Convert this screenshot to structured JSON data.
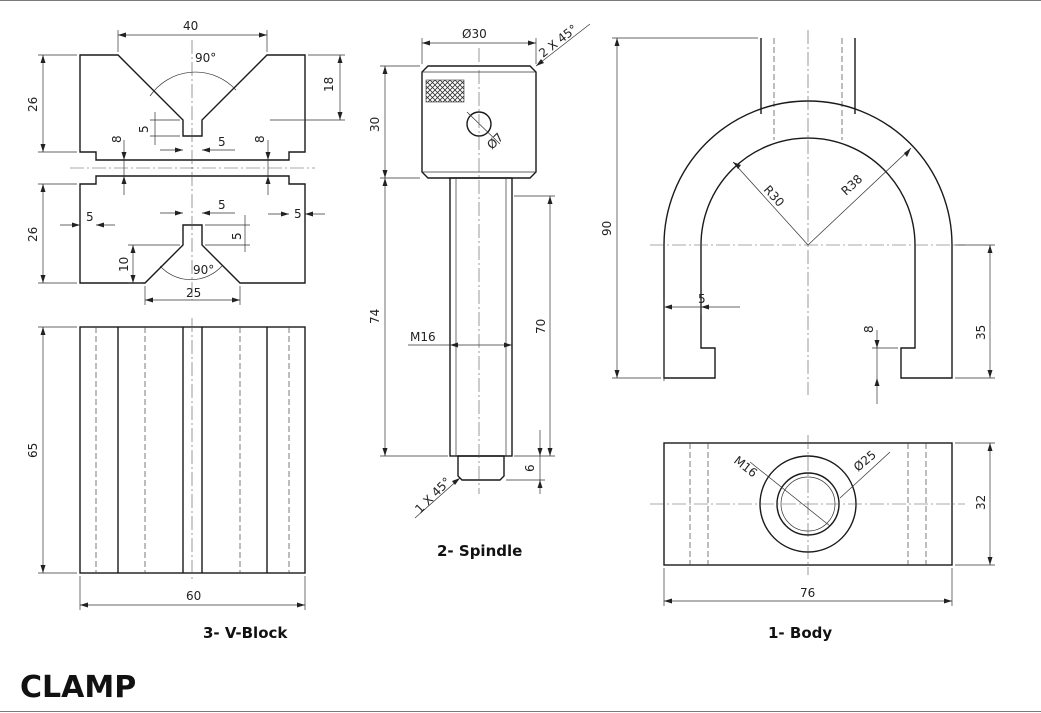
{
  "title": "CLAMP",
  "captions": {
    "vblock": "3- V-Block",
    "spindle": "2- Spindle",
    "body": "1- Body"
  },
  "vblock_dims": {
    "width_top": "40",
    "angle_top": "90°",
    "right_height": "18",
    "left_height_top": "26",
    "groove_depth": "5",
    "slot_width_top": "5",
    "notch_left_top": "8",
    "notch_right_top": "8",
    "slot_width_bottom": "5",
    "groove_depth_bottom": "5",
    "side_left": "5",
    "side_right": "5",
    "left_height_bottom": "26",
    "v_depth": "10",
    "angle_bottom": "90°",
    "v_width": "25",
    "height_front": "65",
    "width_front": "60"
  },
  "spindle_dims": {
    "head_dia": "Ø30",
    "chamfer_top": "2 X 45°",
    "head_height": "30",
    "hole_dia": "Ø7",
    "shaft_length": "74",
    "thread": "M16",
    "thread_length": "70",
    "tip_length": "6",
    "chamfer_bottom": "1 X 45°"
  },
  "body_dims": {
    "height": "90",
    "inner_radius": "R30",
    "outer_radius": "R38",
    "leg_width": "5",
    "lip": "8",
    "leg_height": "35",
    "thread": "M16",
    "boss_dia": "Ø25",
    "base_height": "32",
    "base_width": "76"
  },
  "colors": {
    "line": "#1a1a1a",
    "hatch": "#333333",
    "frame": "#7a7a7a"
  }
}
